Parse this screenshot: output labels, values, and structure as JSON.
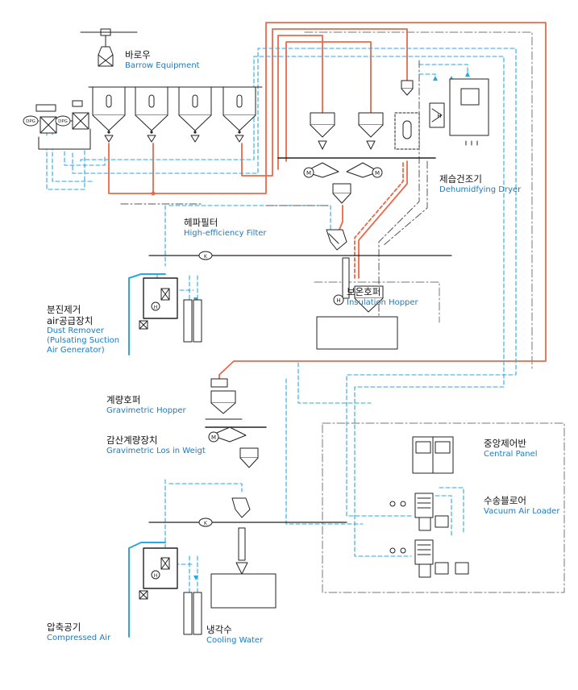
{
  "labels": {
    "barrow": {
      "ko": "바로우",
      "en": "Barrow Equipment"
    },
    "dryer": {
      "ko": "제습건조기",
      "en": "Dehumidfying Dryer"
    },
    "filter": {
      "ko": "헤파필터",
      "en": "High-efficiency Filter"
    },
    "dust": {
      "ko1": "분진제거",
      "ko2": "air공급장치",
      "en1": "Dust Remover",
      "en2": "(Pulsating Suction",
      "en3": "Air Generator)"
    },
    "insulation": {
      "ko": "보온호퍼",
      "en": "Insulation Hopper"
    },
    "grav_hopper": {
      "ko": "계량호퍼",
      "en": "Gravimetric Hopper"
    },
    "grav_loss": {
      "ko": "감산계량장치",
      "en": "Gravimetric Los in Weigt"
    },
    "central": {
      "ko": "중앙제어반",
      "en": "Central Panel"
    },
    "vacuum": {
      "ko": "수송블로어",
      "en": "Vacuum Air Loader"
    },
    "compressed": {
      "ko": "압축공기",
      "en": "Compressed Air"
    },
    "cooling": {
      "ko": "냉각수",
      "en": "Cooling Water"
    }
  },
  "symbols": {
    "dpg": "DPG",
    "motor": "M",
    "heater": "H",
    "check": "K"
  },
  "colors": {
    "pipe_orange": "#e8694a",
    "air_blue": "#2aa8e0",
    "label_blue": "#1a7bc4",
    "line_dark": "#333333",
    "frame_gray": "#777777"
  }
}
